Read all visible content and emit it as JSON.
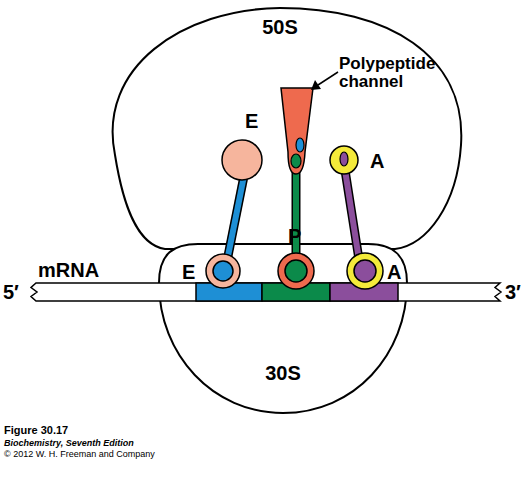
{
  "diagram": {
    "caption": "Figure 30.17",
    "nodes": [
      {
        "text": [
          "50S"
        ]
      },
      {
        "text": [
          "30S"
        ]
      }
    ],
    "labels": [
      "Polypeptide channel",
      "E",
      "A",
      "mRNA",
      "E",
      "P",
      "A",
      "5′",
      "3′",
      "Biochemistry, Seventh Edition",
      "© 2012 W. H. Freeman and Company"
    ]
  }
}
